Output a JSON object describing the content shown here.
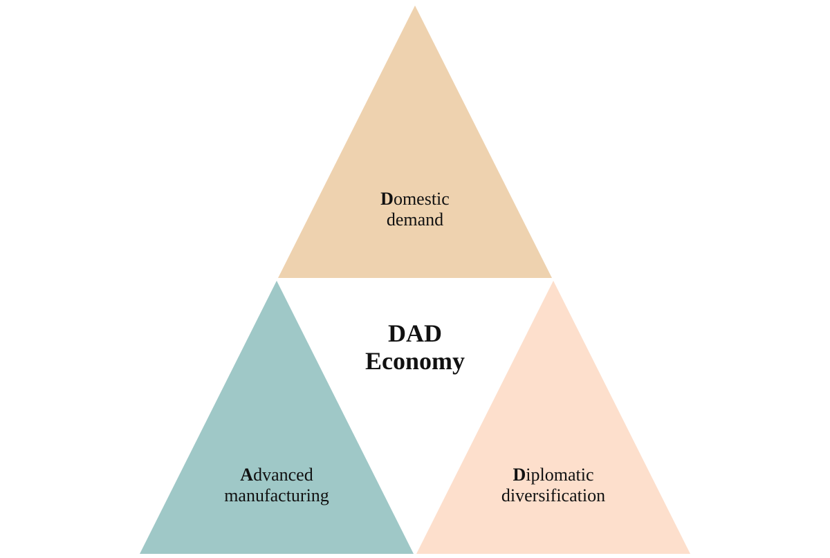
{
  "colors": {
    "top": "#EED2AF",
    "left": "#9FC8C7",
    "right": "#FDDFCC"
  },
  "center": {
    "line1": "DAD",
    "line2": "Economy"
  },
  "triangles": {
    "top": {
      "initial": "D",
      "line1_rest": "omestic",
      "line2": "demand"
    },
    "left": {
      "initial": "A",
      "line1_rest": "dvanced",
      "line2": "manufacturing"
    },
    "right": {
      "initial": "D",
      "line1_rest": "iplomatic",
      "line2": "diversification"
    }
  }
}
